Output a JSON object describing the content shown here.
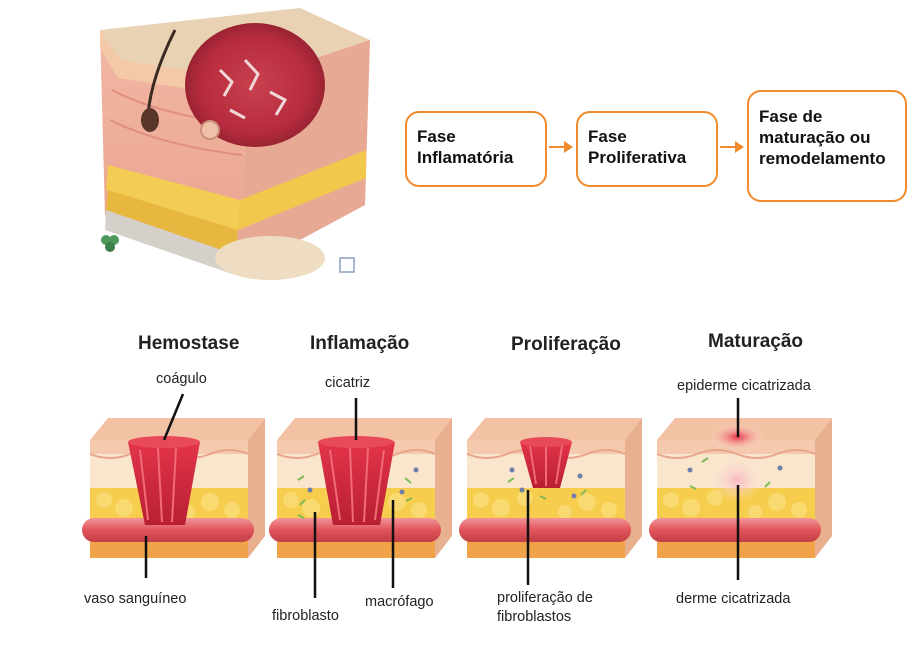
{
  "flow": [
    {
      "id": "inflamatoria",
      "lines": [
        "Fase",
        "Inflamatória"
      ]
    },
    {
      "id": "proliferativa",
      "lines": [
        "Fase",
        "Proliferativa"
      ]
    },
    {
      "id": "maturacao",
      "lines": [
        "Fase de",
        "maturação ou",
        "remodelamento"
      ]
    }
  ],
  "stages": [
    {
      "title": "Hemostase"
    },
    {
      "title": "Inflamação"
    },
    {
      "title": "Proliferação"
    },
    {
      "title": "Maturação"
    }
  ],
  "labels": {
    "coagulo": "coágulo",
    "vaso": "vaso sanguíneo",
    "cicatriz": "cicatriz",
    "fibroblasto": "fibroblasto",
    "macrofago": "macrófago",
    "prolif_fib_1": "proliferação de",
    "prolif_fib_2": "fibroblastos",
    "epiderme": "epiderme cicatrizada",
    "derme": "derme cicatrizada"
  },
  "colors": {
    "accent": "#f08a2a",
    "skin": "#f7d9b6",
    "fat": "#f5c842",
    "wound": "#d9363e",
    "vessel": "#e0555a"
  }
}
